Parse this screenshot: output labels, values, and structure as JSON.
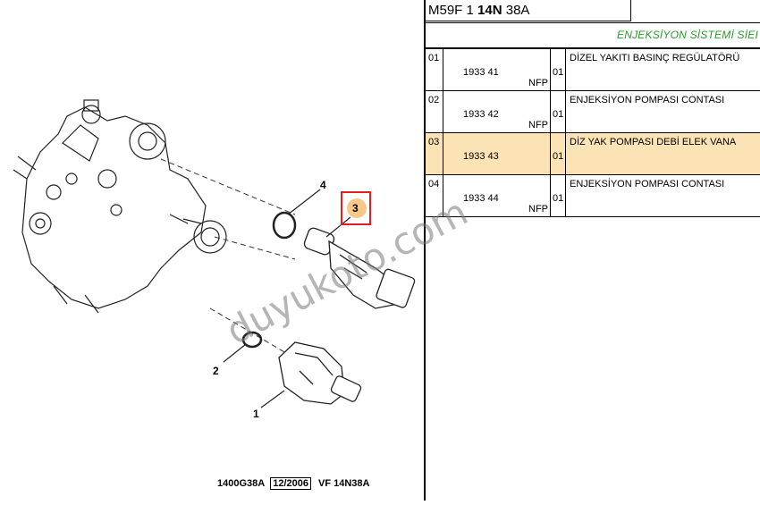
{
  "header": {
    "model_prefix": "M59F 1 ",
    "model_bold": "14N",
    "model_suffix": " 38A"
  },
  "section": {
    "title": "ENJEKSİYON SİSTEMİ SİEI"
  },
  "rows": [
    {
      "index": "01",
      "part_number": "1933 41",
      "tag": "NFP",
      "qty": "01",
      "description": "DİZEL YAKITI BASINÇ REGÜLATÖRÜ",
      "highlighted": false
    },
    {
      "index": "02",
      "part_number": "1933 42",
      "tag": "NFP",
      "qty": "01",
      "description": "ENJEKSİYON POMPASI CONTASI",
      "highlighted": false
    },
    {
      "index": "03",
      "part_number": "1933 43",
      "tag": "",
      "qty": "01",
      "description": "DİZ YAK POMPASI DEBİ ELEK VANA",
      "highlighted": true
    },
    {
      "index": "04",
      "part_number": "1933 44",
      "tag": "NFP",
      "qty": "01",
      "description": "ENJEKSİYON POMPASI CONTASI",
      "highlighted": false
    }
  ],
  "diagram": {
    "callouts": [
      "1",
      "2",
      "3",
      "4"
    ],
    "selected_callout": "3",
    "highlight_color": "#e02020"
  },
  "footer": {
    "code": "1400G38A",
    "date": "12/2006",
    "vf": "VF 14N38A"
  },
  "watermark": {
    "text": "duyukoto.com"
  },
  "colors": {
    "section_title": "#2a9a2a",
    "row_highlight": "#fbe3b6"
  }
}
